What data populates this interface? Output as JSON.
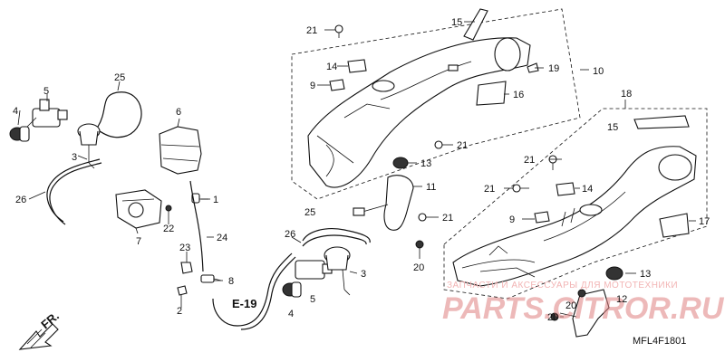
{
  "labels": {
    "n1": "1",
    "n2": "2",
    "n3a": "3",
    "n3b": "3",
    "n4a": "4",
    "n4b": "4",
    "n5a": "5",
    "n5b": "5",
    "n6": "6",
    "n7": "7",
    "n8": "8",
    "n9a": "9",
    "n9b": "9",
    "n10": "10",
    "n11": "11",
    "n12": "12",
    "n13a": "13",
    "n13b": "13",
    "n14a": "14",
    "n14b": "14",
    "n15a": "15",
    "n15b": "15",
    "n16": "16",
    "n17": "17",
    "n18": "18",
    "n19": "19",
    "n20a": "20",
    "n20b": "20",
    "n20c": "20",
    "n21a": "21",
    "n21b": "21",
    "n21c": "21",
    "n21d": "21",
    "n21e": "21",
    "n22": "22",
    "n23": "23",
    "n24": "24",
    "n25a": "25",
    "n25b": "25",
    "n26a": "26",
    "n26b": "26"
  },
  "ref_label": "E-19",
  "front_label": "FR.",
  "diagram_code": "MFL4F1801",
  "watermark": {
    "brand": "PARTS.CITROR.RU",
    "subtitle": "ЗАПЧАСТИ И АКСЕССУАРЫ ДЛЯ МОТОТЕХНИКИ"
  }
}
